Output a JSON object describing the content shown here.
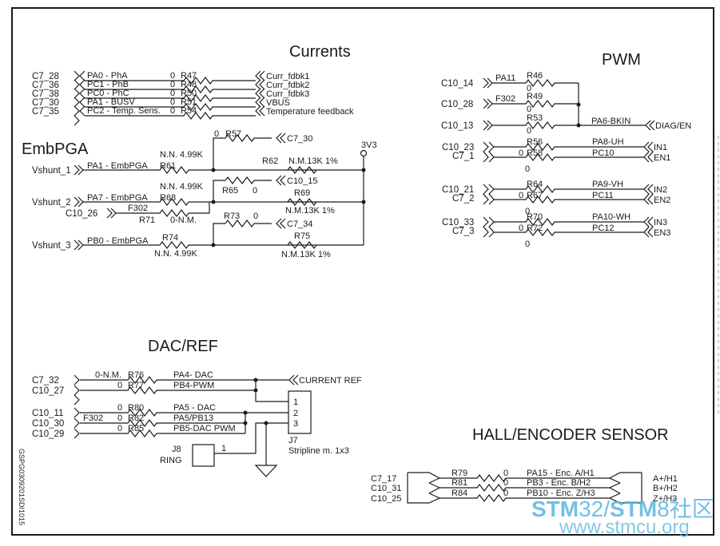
{
  "document": {
    "doc_id": "GSPG0309201SDI1015",
    "watermark": {
      "line1_a": "STM",
      "line1_b": "32/",
      "line1_c": "STM",
      "line1_d": "8社区",
      "line2": "www.stmcu.org",
      "color": "#5bb6e0"
    }
  },
  "currents": {
    "title": "Currents",
    "rows": [
      {
        "conn": "C7_28",
        "signal": "PA0 - PhA",
        "value": "0",
        "ref": "R47",
        "net": "Curr_fdbk1"
      },
      {
        "conn": "C7_36",
        "signal": "PC1 - PhB",
        "value": "0",
        "ref": "R48",
        "net": "Curr_fdbk2"
      },
      {
        "conn": "C7_38",
        "signal": "PC0 - PhC",
        "value": "0",
        "ref": "R50",
        "net": "Curr_fdbk3"
      },
      {
        "conn": "C7_30",
        "signal": "PA1 - BUSV",
        "value": "0",
        "ref": "R51",
        "net": "VBUS"
      },
      {
        "conn": "C7_35",
        "signal": "PC2 - Temp. Sens.",
        "value": "0",
        "ref": "R54",
        "net": "Temperature feedback"
      }
    ]
  },
  "embpga": {
    "title": "EmbPGA",
    "supply": "3V3",
    "r57": {
      "ref": "R57",
      "value": "0",
      "net": "C7_30"
    },
    "vshunt1": {
      "port": "Vshunt_1",
      "signal": "PA1 - EmbPGA",
      "ref": "R61",
      "value": "N.N. 4.99K"
    },
    "r62": {
      "ref": "R62",
      "value": "N.M.13K 1%"
    },
    "r65": {
      "ref": "R65",
      "value": "0",
      "net": "C10_15"
    },
    "vshunt2": {
      "port": "Vshunt_2",
      "signal": "PA7 - EmbPGA",
      "ref": "R68",
      "value": "N.N. 4.99K"
    },
    "r69": {
      "ref": "R69",
      "value": "N.M.13K 1%"
    },
    "r71": {
      "port": "C10_26",
      "signal": "F302",
      "ref": "R71",
      "value": "0-N.M."
    },
    "r73": {
      "ref": "R73",
      "value": "0",
      "net": "C7_34"
    },
    "vshunt3": {
      "port": "Vshunt_3",
      "signal": "PB0 - EmbPGA",
      "ref": "R74",
      "value": "N.N. 4.99K"
    },
    "r75": {
      "ref": "R75",
      "value": "N.M.13K 1%"
    }
  },
  "pwm": {
    "title": "PWM",
    "single": [
      {
        "conn": "C10_14",
        "signal": "PA11",
        "ref": "R46",
        "value": "0"
      },
      {
        "conn": "C10_28",
        "signal": "F302",
        "ref": "R49",
        "value": "0"
      },
      {
        "conn": "C10_13",
        "signal": "",
        "ref": "R53",
        "value": "0"
      }
    ],
    "bkin": {
      "signal": "PA6-BKIN",
      "net": "DIAG/EN"
    },
    "pairs": [
      {
        "conn_a": "C10_23",
        "conn_b": "C7_1",
        "ref_a": "R56",
        "ref_b": "R58",
        "value_a": "0",
        "value_b": "0",
        "sig_a": "PA8-UH",
        "sig_b": "PC10",
        "net_a": "IN1",
        "net_b": "EN1"
      },
      {
        "conn_a": "C10_21",
        "conn_b": "C7_2",
        "ref_a": "R64",
        "ref_b": "R67",
        "value_a": "0",
        "value_b": "0",
        "sig_a": "PA9-VH",
        "sig_b": "PC11",
        "net_a": "IN2",
        "net_b": "EN2"
      },
      {
        "conn_a": "C10_33",
        "conn_b": "C7_3",
        "ref_a": "R70",
        "ref_b": "R72",
        "value_a": "0",
        "value_b": "0",
        "sig_a": "PA10-WH",
        "sig_b": "PC12",
        "net_a": "IN3",
        "net_b": "EN3"
      }
    ]
  },
  "dac": {
    "title": "DAC/REF",
    "rows": [
      {
        "conn": "C7_32",
        "value": "0-N.M.",
        "ref": "R76",
        "signal": "PA4- DAC"
      },
      {
        "conn": "C10_27",
        "value": "0",
        "ref": "R77",
        "signal": "PB4-PWM"
      },
      {
        "conn": "C10_11",
        "value": "0",
        "ref": "R80",
        "signal": "PA5 - DAC"
      },
      {
        "conn": "C10_30",
        "value": "0",
        "ref": "R82",
        "signal": "PA5/PB13"
      },
      {
        "conn": "C10_29",
        "value": "0",
        "ref": "R85",
        "signal": "PB5-DAC PWM"
      }
    ],
    "bus_label": "F302",
    "current_ref": "CURRENT REF",
    "j7": {
      "ref": "J7",
      "desc": "Stripline m. 1x3",
      "pins": [
        "1",
        "2",
        "3"
      ]
    },
    "j8": {
      "ref": "J8",
      "desc": "RING",
      "pin": "1"
    }
  },
  "hall": {
    "title": "HALL/ENCODER SENSOR",
    "rows": [
      {
        "conn": "C7_17",
        "ref": "R79",
        "value": "0",
        "signal": "PA15 - Enc. A/H1",
        "net": "A+/H1"
      },
      {
        "conn": "C10_31",
        "ref": "R81",
        "value": "0",
        "signal": "PB3  -  Enc. B/H2",
        "net": "B+/H2"
      },
      {
        "conn": "C10_25",
        "ref": "R84",
        "value": "0",
        "signal": "PB10 - Enc. Z/H3",
        "net": "Z+/H3"
      }
    ]
  }
}
